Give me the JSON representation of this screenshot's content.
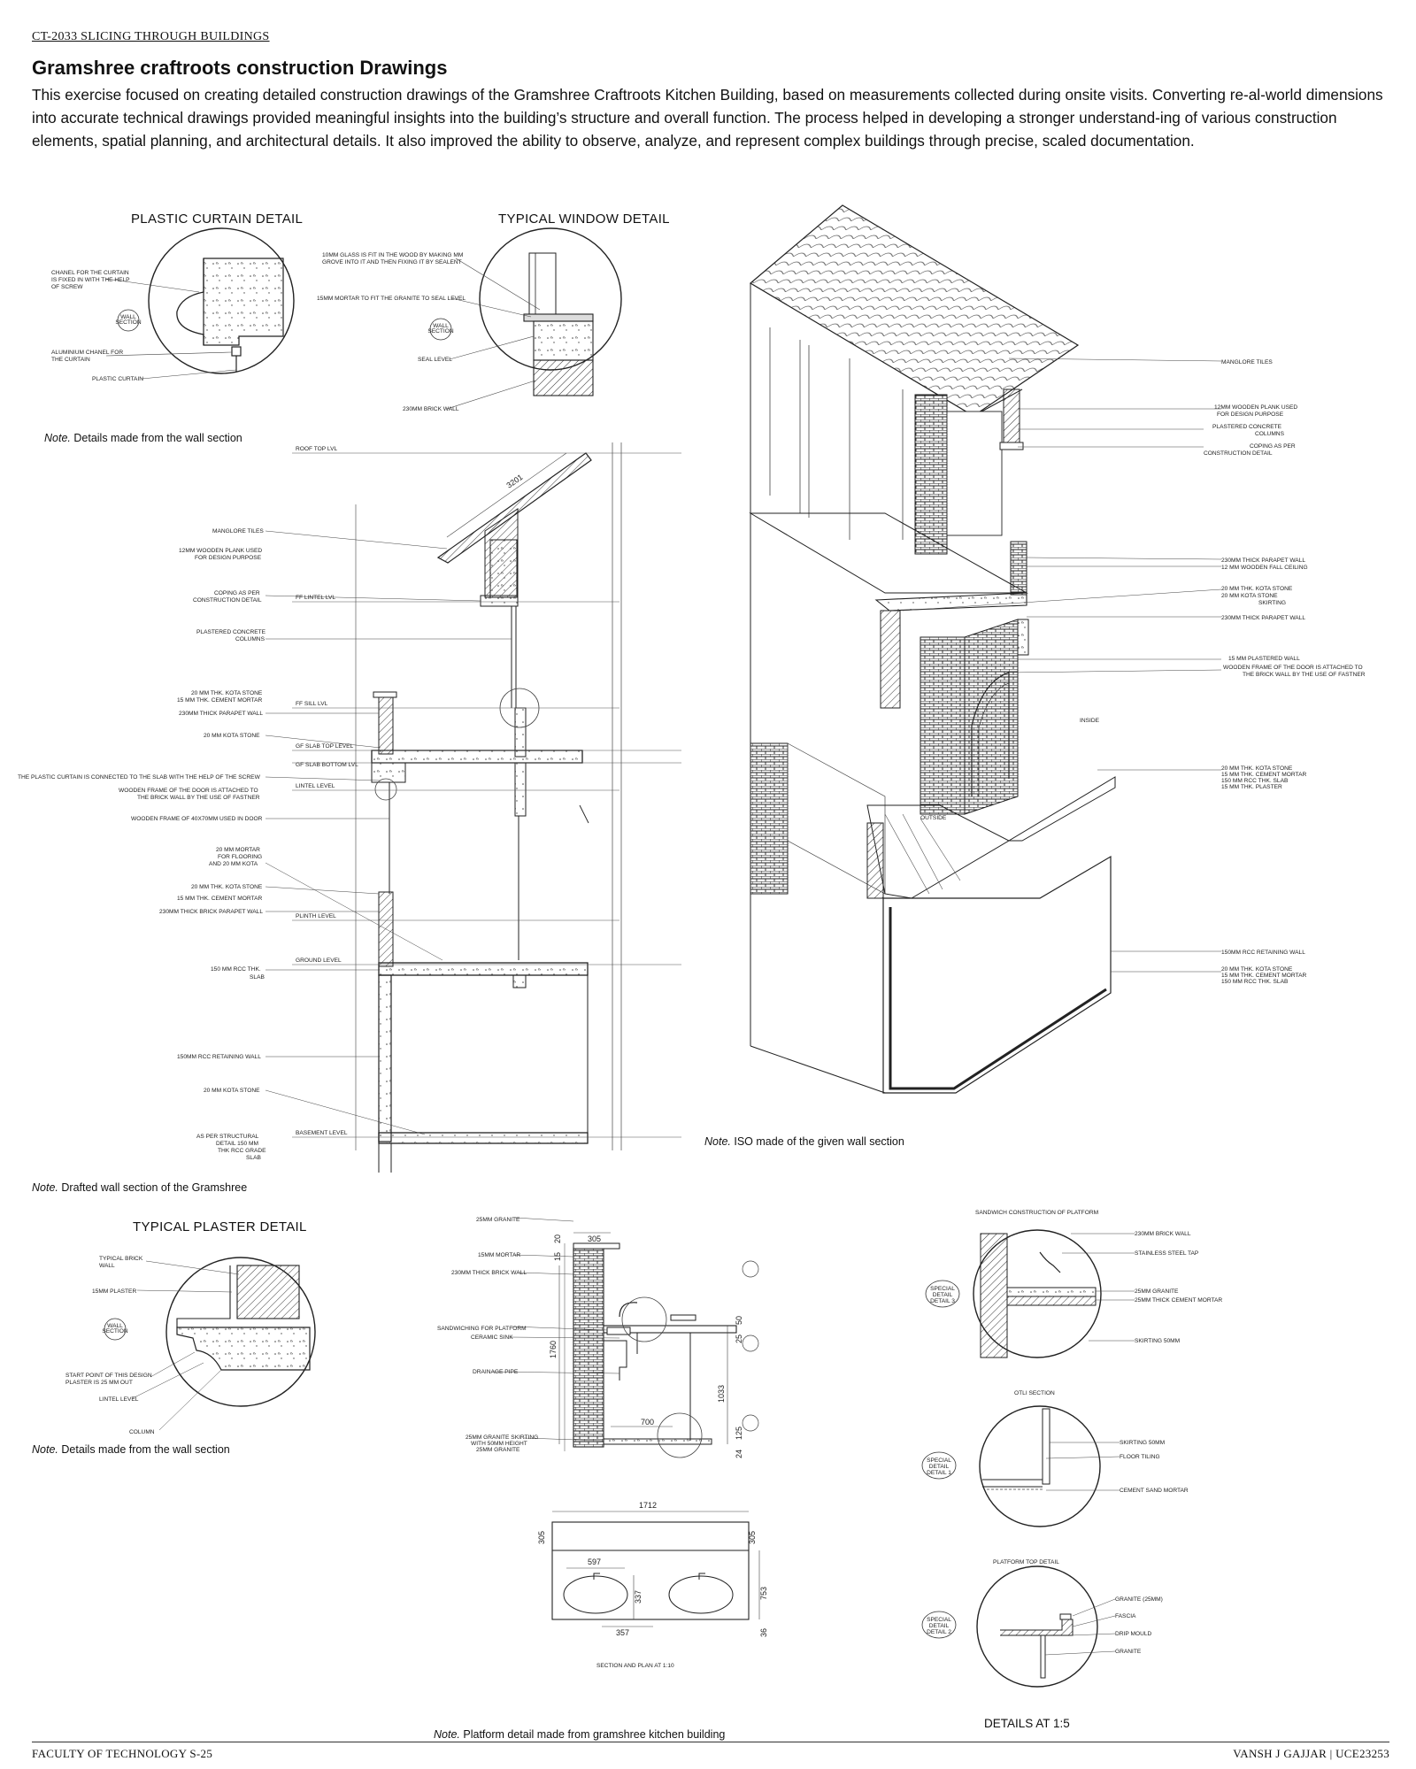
{
  "header": {
    "course": "CT-2033 SLICING THROUGH BUILDINGS",
    "title": "Gramshree craftroots construction Drawings",
    "intro": "This exercise focused on creating detailed construction drawings of the Gramshree Craftroots Kitchen Building, based on measurements collected during onsite visits. Converting re-al-world dimensions into accurate technical drawings provided meaningful insights into the building’s structure and overall function. The process helped in developing a stronger understand-ing of various construction elements, spatial planning, and architectural details. It also improved the ability to observe, analyze, and represent complex buildings through precise, scaled documentation."
  },
  "headings": {
    "curtain": "PLASTIC CURTAIN DETAIL",
    "window": "TYPICAL WINDOW DETAIL",
    "plaster": "TYPICAL PLASTER DETAIL",
    "details_scale": "DETAILS AT 1:5"
  },
  "notes": {
    "prefix": "Note.",
    "curtain": "Details made from the wall section",
    "wallsection": "Drafted wall section of the Gramshree",
    "iso": "ISO made of the given wall section",
    "plaster": "Details made from the wall section",
    "platform": "Platform detail made from gramshree kitchen building"
  },
  "labels": {
    "curtain": [
      "CHANEL FOR THE CURTAIN",
      "IS FIXED IN WITH THE HELP",
      "OF SCREW",
      "ALUMINIUM CHANEL FOR",
      "THE CURTAIN",
      "PLASTIC CURTAIN"
    ],
    "window": [
      "10MM GLASS IS FIT IN THE WOOD BY MAKING MM",
      "GROVE INTO IT AND THEN FIXING IT BY SEALENT",
      "15MM MORTAR TO FIT THE GRANITE TO SEAL LEVEL",
      "SEAL LEVEL",
      "230MM BRICK WALL"
    ],
    "section_left": [
      "MANGLORE TILES",
      "12MM WOODEN PLANK USED",
      "FOR DESIGN PURPOSE",
      "COPING AS PER",
      "CONSTRUCTION DETAIL",
      "PLASTERED CONCRETE",
      "COLUMNS",
      "20 MM THK. KOTA STONE",
      "15 MM THK. CEMENT MORTAR",
      "230MM THICK PARAPET WALL",
      "20 MM  KOTA STONE",
      "THE PLASTIC CURTAIN IS CONNECTED TO THE SLAB WITH THE HELP OF THE SCREW",
      "WOODEN FRAME OF THE DOOR IS ATTACHED TO",
      "THE BRICK WALL BY THE USE OF FASTNER",
      "WOODEN FRAME OF 40X70MM USED IN DOOR",
      "20 MM MORTAR",
      "FOR FLOORING",
      "AND 20 MM KOTA",
      "20 MM THK. KOTA STONE",
      "15 MM THK. CEMENT MORTAR",
      "230MM THICK BRICK PARAPET WALL",
      "150 MM RCC THK.",
      "SLAB",
      "150MM RCC RETAINING WALL",
      "20 MM  KOTA STONE",
      "AS PER STRUCTURAL",
      "DETAIL 150 MM",
      "THK RCC GRADE",
      "SLAB"
    ],
    "levels": [
      "ROOF TOP LVL",
      "FF LINTEL LVL",
      "FF SILL LVL",
      "GF SLAB TOP LEVEL",
      "GF SLAB BOTTOM LVL",
      "LINTEL LEVEL",
      "PLINTH LEVEL",
      "GROUND LEVEL",
      "BASEMENT LEVEL"
    ],
    "iso_right": [
      "MANGLORE TILES",
      "12MM WOODEN PLANK USED",
      "FOR DESIGN PURPOSE",
      "PLASTERED CONCRETE",
      "COLUMNS",
      "COPING AS PER",
      "CONSTRUCTION DETAIL",
      "230MM THICK PARAPET WALL",
      "12 MM WOODEN FALL CEILING",
      "20 MM THK. KOTA STONE",
      "20 MM  KOTA STONE",
      "SKIRTING",
      "230MM THICK PARAPET WALL",
      "15 MM PLASTERED WALL",
      "WOODEN FRAME OF THE DOOR IS ATTACHED TO",
      "THE BRICK WALL BY THE USE OF FASTNER",
      "INSIDE",
      "OUTSIDE",
      "20 MM THK. KOTA STONE",
      "15 MM THK. CEMENT MORTAR",
      "150 MM RCC THK. SLAB",
      "15 MM THK. PLASTER",
      "150MM RCC RETAINING WALL",
      "20 MM THK. KOTA STONE",
      "15 MM THK. CEMENT MORTAR",
      "150 MM RCC THK. SLAB"
    ],
    "plaster": [
      "TYPICAL  BRICK",
      "WALL",
      "15MM PLASTER",
      "START POINT OF THIS DESIGN",
      "PLASTER IS 25 MM OUT",
      "LINTEL LEVEL",
      "COLUMN"
    ],
    "platform": [
      "25MM GRANITE",
      "15MM MORTAR",
      "230MM THICK BRICK WALL",
      "SANDWICHING FOR PLATFORM",
      "CERAMIC SINK",
      "DRAINAGE PIPE",
      "25MM GRANITE SKIRTING",
      "WITH 50MM HEIGHT",
      "25MM GRANITE",
      "SECTION AND PLAN AT 1:10"
    ],
    "platform_dims": [
      "305",
      "20",
      "15",
      "1760",
      "50",
      "25",
      "1033",
      "700",
      "125",
      "24",
      "1712",
      "305",
      "305",
      "597",
      "337",
      "357",
      "753",
      "36"
    ],
    "special": [
      "SANDWICH CONSTRUCTION OF PLATFORM",
      "230MM BRICK WALL",
      "STAINLESS STEEL TAP",
      "25MM GRANITE",
      "25MM THICK CEMENT MORTAR",
      "SKIRTING 50MM",
      "OTLI SECTION",
      "SKIRTING 50MM",
      "FLOOR TILING",
      "CEMENT SAND MORTAR",
      "PLATFORM TOP DETAIL",
      "GRANITE (25MM)",
      "FASCIA",
      "DRIP MOULD",
      "GRANITE"
    ],
    "tags": [
      "SPECIAL",
      "DETAIL",
      "DETAIL 3",
      "DETAIL 1",
      "DETAIL 2"
    ]
  },
  "footer": {
    "left": "FACULTY OF TECHNOLOGY S-25",
    "right": "VANSH J GAJJAR | UCE23253"
  }
}
